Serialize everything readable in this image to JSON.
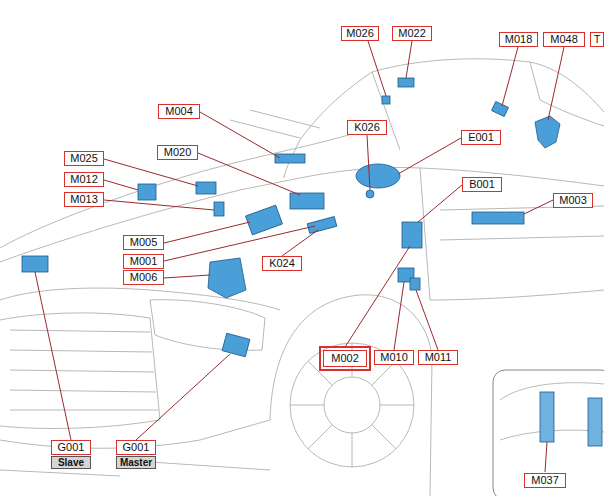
{
  "diagram": {
    "nodes": [
      {
        "text": [
          "M026"
        ]
      },
      {
        "text": [
          "M022"
        ]
      },
      {
        "text": [
          "M018"
        ]
      },
      {
        "text": [
          "M048"
        ]
      },
      {
        "text": [
          "T"
        ]
      },
      {
        "text": [
          "M004"
        ]
      },
      {
        "text": [
          "K026"
        ]
      },
      {
        "text": [
          "E001"
        ]
      },
      {
        "text": [
          "M025"
        ]
      },
      {
        "text": [
          "M020"
        ]
      },
      {
        "text": [
          "M012"
        ]
      },
      {
        "text": [
          "M013"
        ]
      },
      {
        "text": [
          "B001"
        ]
      },
      {
        "text": [
          "M003"
        ]
      },
      {
        "text": [
          "M005"
        ]
      },
      {
        "text": [
          "M001"
        ]
      },
      {
        "text": [
          "M006"
        ]
      },
      {
        "text": [
          "K024"
        ]
      },
      {
        "text": [
          "M002"
        ]
      },
      {
        "text": [
          "M010"
        ]
      },
      {
        "text": [
          "M011"
        ]
      },
      {
        "text": [
          "G001"
        ]
      },
      {
        "text": [
          "G001"
        ]
      },
      {
        "text": [
          "Slave"
        ]
      },
      {
        "text": [
          "Master"
        ]
      },
      {
        "text": [
          "M037"
        ]
      }
    ]
  }
}
